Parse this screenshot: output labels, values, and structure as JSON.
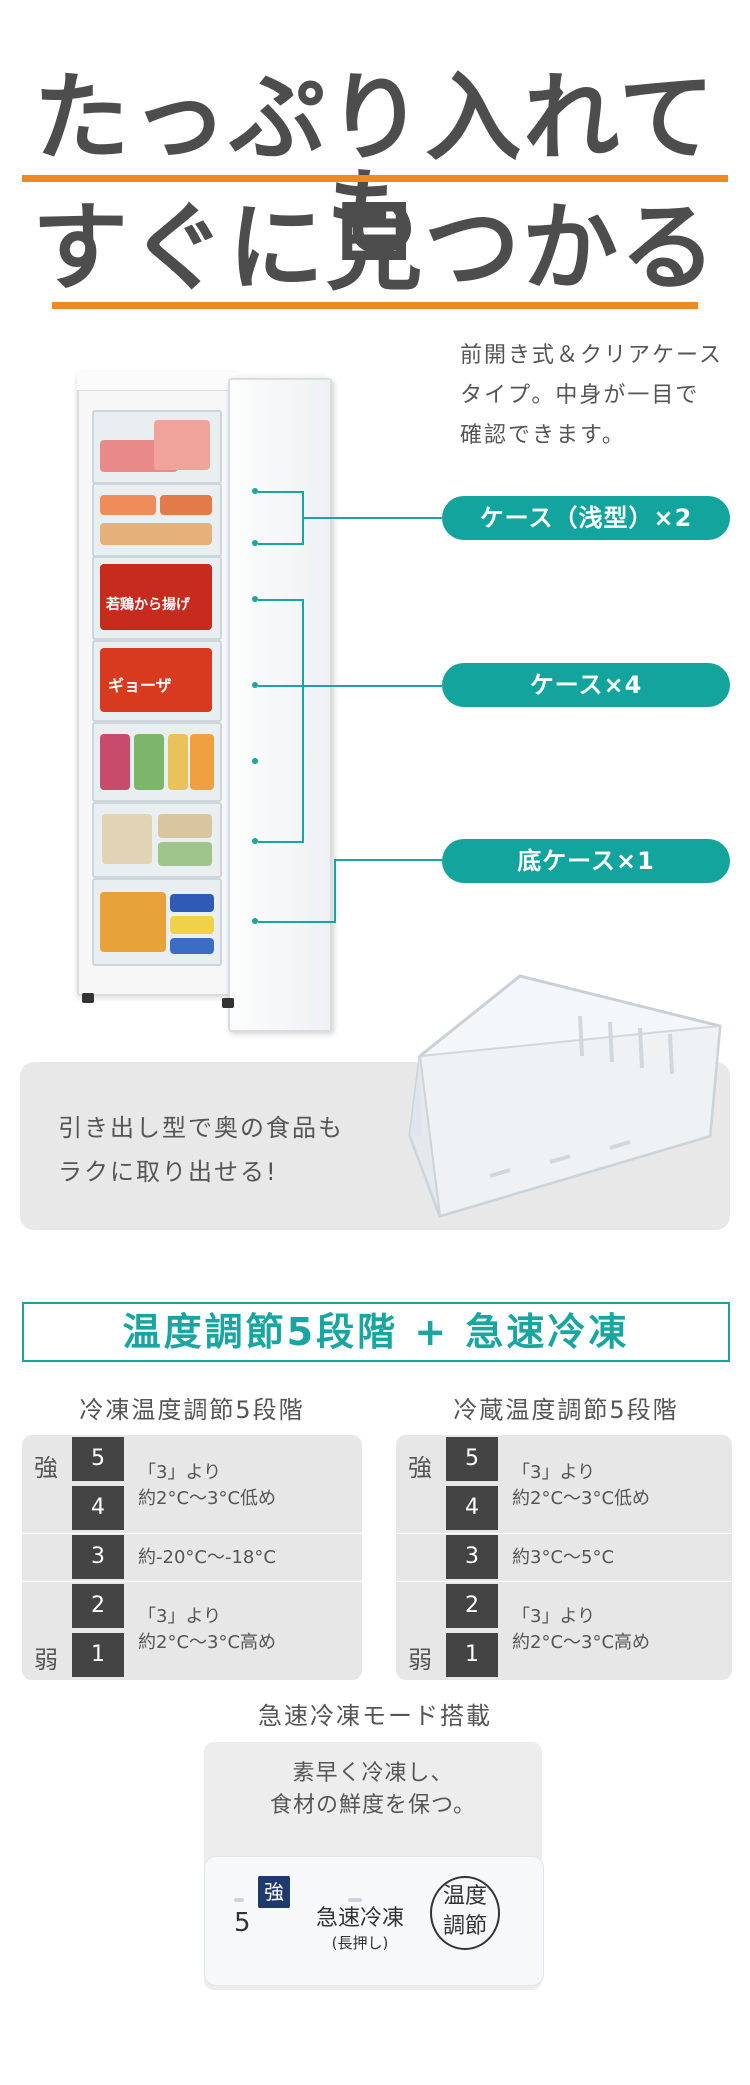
{
  "headline": {
    "line1": "たっぷり入れても",
    "line2": "すぐに見つかる"
  },
  "description": {
    "line1": "前開き式＆クリアケース",
    "line2": "タイプ。中身が一目で",
    "line3": "確認できます。"
  },
  "callouts": [
    {
      "label": "ケース（浅型）×2"
    },
    {
      "label": "ケース×4"
    },
    {
      "label": "底ケース×1"
    }
  ],
  "drawer": {
    "line1": "引き出し型で奥の食品も",
    "line2": "ラクに取り出せる!"
  },
  "food_labels": {
    "karaage": "若鶏から揚げ",
    "gyoza": "ギョーザ"
  },
  "temperature": {
    "title": "温度調節5段階 + 急速冷凍",
    "panels": [
      {
        "title": "冷凍温度調節5段階",
        "strong": "強",
        "weak": "弱",
        "levels": [
          "5",
          "4",
          "3",
          "2",
          "1"
        ],
        "upper_text1": "「3」より",
        "upper_text2": "約2°C〜3°C低め",
        "mid_text": "約-20°C〜-18°C",
        "lower_text1": "「3」より",
        "lower_text2": "約2°C〜3°C高め"
      },
      {
        "title": "冷蔵温度調節5段階",
        "strong": "強",
        "weak": "弱",
        "levels": [
          "5",
          "4",
          "3",
          "2",
          "1"
        ],
        "upper_text1": "「3」より",
        "upper_text2": "約2°C〜3°C低め",
        "mid_text": "約3°C〜5°C",
        "lower_text1": "「3」より",
        "lower_text2": "約2°C〜3°C高め"
      }
    ]
  },
  "quick_freeze": {
    "title": "急速冷凍モード搭載",
    "desc1": "素早く冷凍し、",
    "desc2": "食材の鮮度を保つ。",
    "level_value": "5",
    "strong_badge": "強",
    "button_label": "急速冷凍",
    "button_sub": "(長押し)",
    "temp_button_line1": "温度",
    "temp_button_line2": "調節"
  },
  "colors": {
    "accent_teal": "#13a59d",
    "accent_orange": "#ee8a1f",
    "text_dark": "#4d4d4d"
  }
}
